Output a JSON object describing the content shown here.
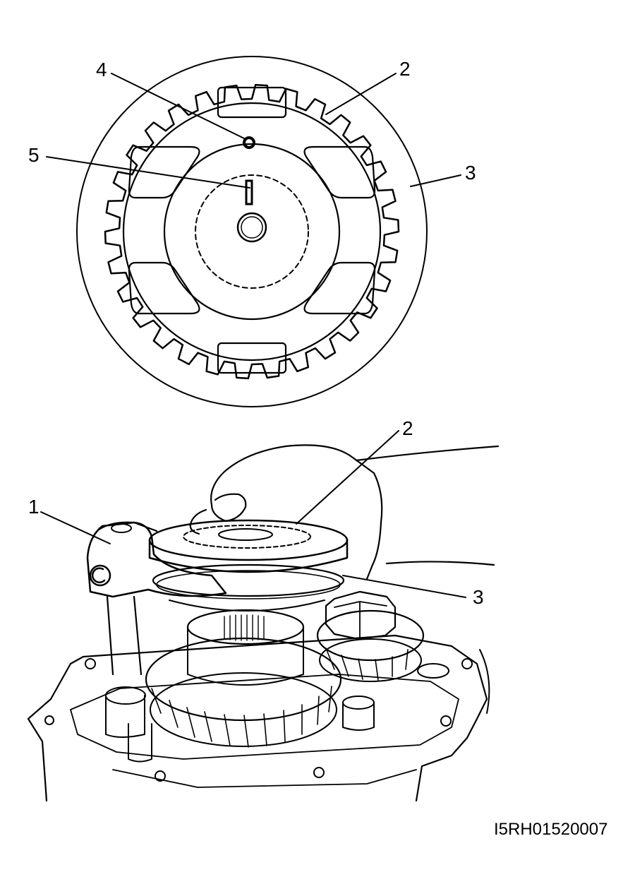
{
  "figure_code": "I5RH01520007",
  "top_view": {
    "callouts": [
      {
        "id": "4",
        "label": "4"
      },
      {
        "id": "2",
        "label": "2"
      },
      {
        "id": "5",
        "label": "5"
      },
      {
        "id": "3",
        "label": "3"
      }
    ]
  },
  "bottom_view": {
    "callouts": [
      {
        "id": "2",
        "label": "2"
      },
      {
        "id": "1",
        "label": "1"
      },
      {
        "id": "3",
        "label": "3"
      }
    ]
  }
}
